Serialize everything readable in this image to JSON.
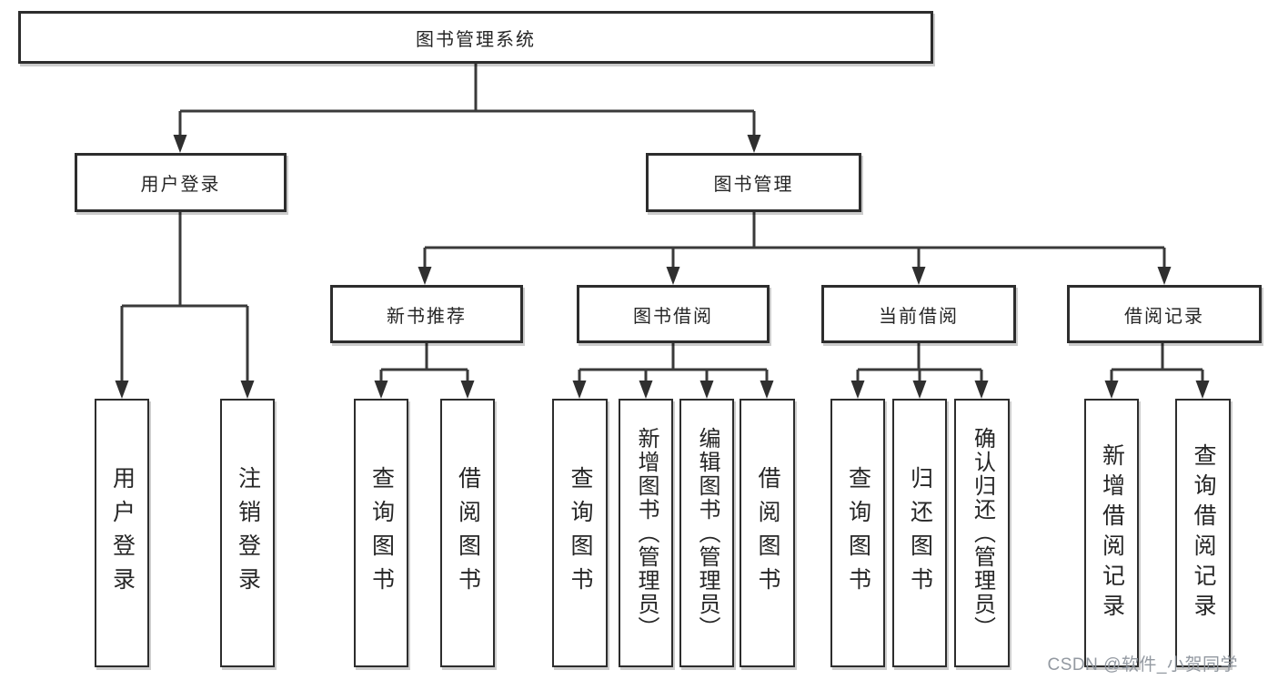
{
  "root": {
    "label": "图书管理系统"
  },
  "level2": {
    "user_login": "用户登录",
    "book_management": "图书管理"
  },
  "level3": {
    "new_book_recommend": "新书推荐",
    "book_borrow": "图书借阅",
    "current_borrow": "当前借阅",
    "borrow_records": "借阅记录"
  },
  "leaves": {
    "login": [
      "用户登录",
      "注销登录"
    ],
    "recommend": [
      "查询图书",
      "借阅图书"
    ],
    "borrow": [
      "查询图书",
      "新增图书（管理员）",
      "编辑图书（管理员）",
      "借阅图书"
    ],
    "current": [
      "查询图书",
      "归还图书",
      "确认归还（管理员）"
    ],
    "records": [
      "新增借阅记录",
      "查询借阅记录"
    ]
  },
  "watermark": "CSDN @软件_小贺同学",
  "colors": {
    "line": "#3a3a3a",
    "arrow": "#2f2f2f",
    "box_border": "#2d2d2d",
    "box_fill": "#ffffff",
    "text": "#262626",
    "watermark": "#8d939c"
  }
}
